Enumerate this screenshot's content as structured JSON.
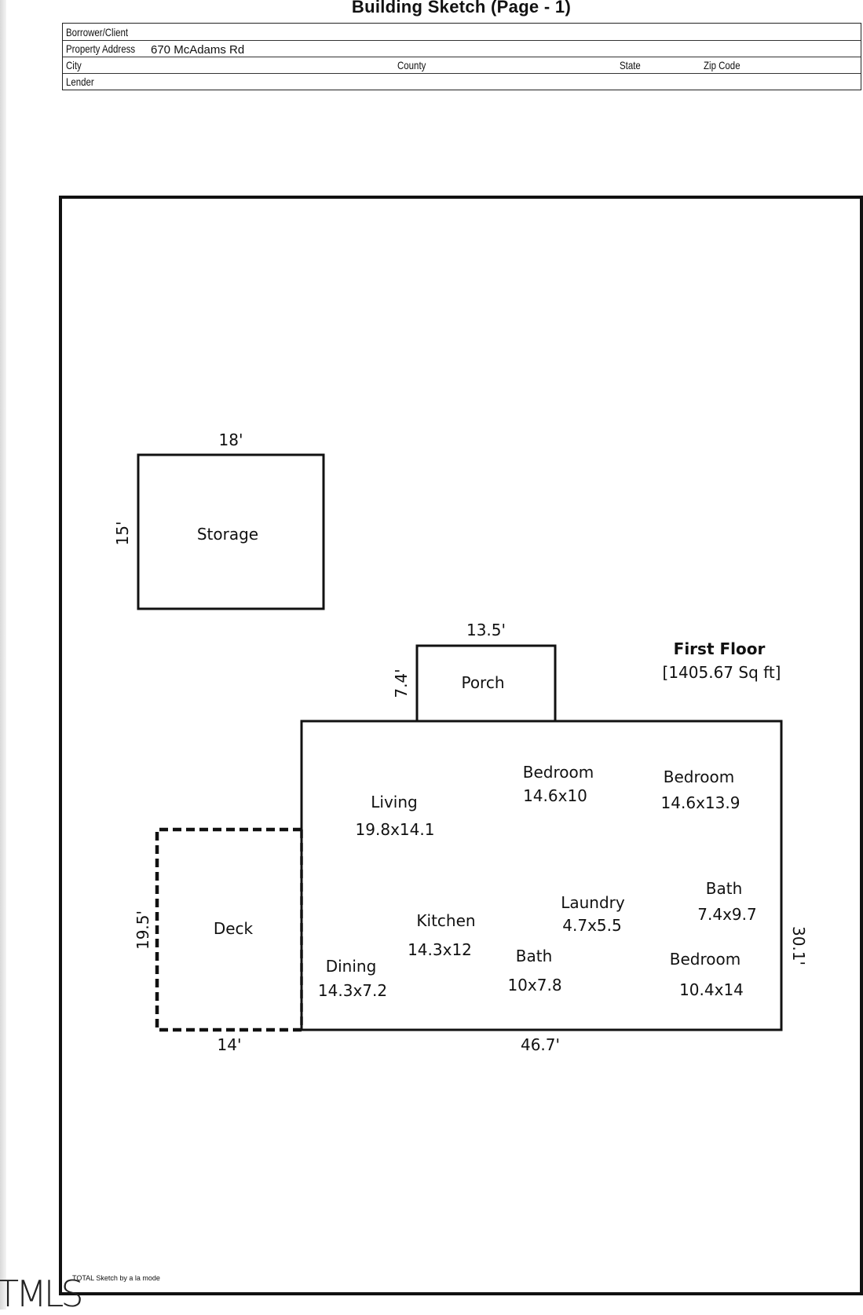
{
  "page": {
    "title": "Building Sketch (Page - 1)"
  },
  "header": {
    "borrower_label": "Borrower/Client",
    "property_label": "Property Address",
    "property_value": "670 McAdams Rd",
    "city_label": "City",
    "county_label": "County",
    "state_label": "State",
    "zip_label": "Zip Code",
    "lender_label": "Lender"
  },
  "sketch": {
    "storage": {
      "name": "Storage",
      "width": "18'",
      "depth": "15'"
    },
    "porch": {
      "name": "Porch",
      "width": "13.5'",
      "depth": "7.4'"
    },
    "floor": {
      "name": "First Floor",
      "area": "[1405.67 Sq ft]",
      "width": "46.7'",
      "depth": "30.1'"
    },
    "deck": {
      "name": "Deck",
      "width": "14'",
      "depth": "19.5'"
    },
    "rooms": [
      {
        "name": "Living",
        "size": "19.8x14.1"
      },
      {
        "name": "Bedroom",
        "size": "14.6x10"
      },
      {
        "name": "Bedroom",
        "size": "14.6x13.9"
      },
      {
        "name": "Laundry",
        "size": "4.7x5.5"
      },
      {
        "name": "Bath",
        "size": "7.4x9.7"
      },
      {
        "name": "Kitchen",
        "size": "14.3x12"
      },
      {
        "name": "Bath",
        "size": "10x7.8"
      },
      {
        "name": "Dining",
        "size": "14.3x7.2"
      },
      {
        "name": "Bedroom",
        "size": "10.4x14"
      }
    ],
    "footer_credit": "TOTAL Sketch by a la mode"
  },
  "watermark": "TMLS",
  "colors": {
    "ink": "#111111",
    "paper": "#ffffff"
  }
}
